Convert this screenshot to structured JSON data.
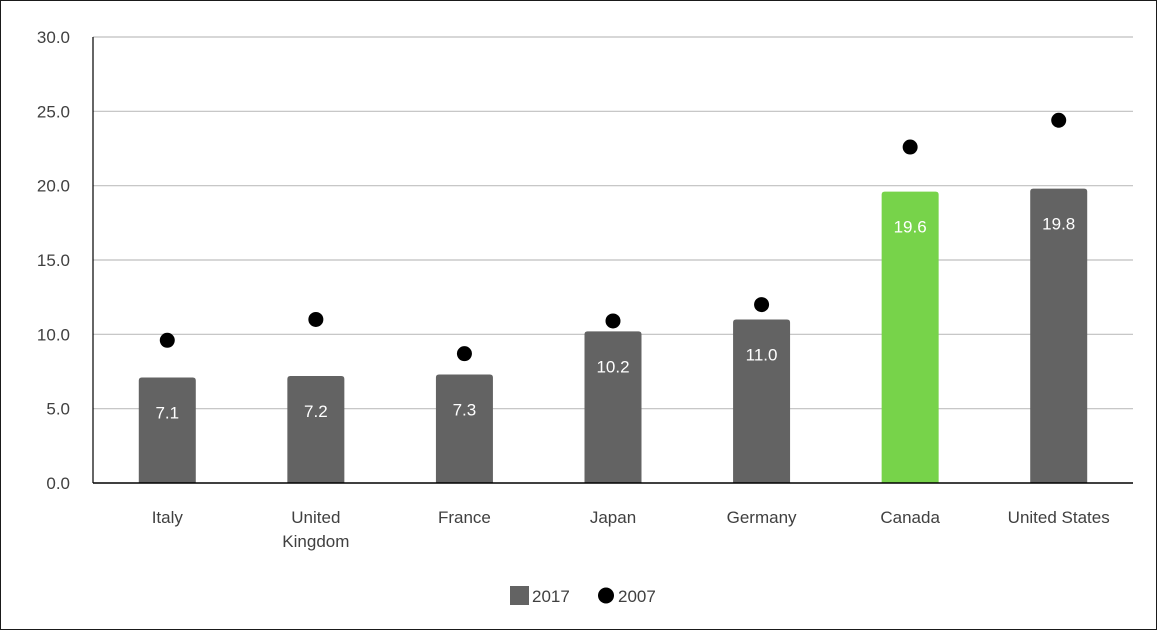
{
  "chart_data": {
    "type": "bar",
    "categories": [
      [
        "Italy"
      ],
      [
        "United",
        "Kingdom"
      ],
      [
        "France"
      ],
      [
        "Japan"
      ],
      [
        "Germany"
      ],
      [
        "Canada"
      ],
      [
        "United States"
      ]
    ],
    "series": [
      {
        "name": "2017",
        "type": "bar",
        "values": [
          7.1,
          7.2,
          7.3,
          10.2,
          11.0,
          19.6,
          19.8
        ],
        "value_labels": [
          "7.1",
          "7.2",
          "7.3",
          "10.2",
          "11.0",
          "19.6",
          "19.8"
        ],
        "color": "#636363",
        "highlight_color": "#77d34a",
        "highlight_index": 5
      },
      {
        "name": "2007",
        "type": "scatter",
        "values": [
          9.6,
          11.0,
          8.7,
          10.9,
          12.0,
          22.6,
          24.4
        ],
        "color": "#000000"
      }
    ],
    "ylim": [
      0,
      30
    ],
    "yticks": [
      "0.0",
      "5.0",
      "10.0",
      "15.0",
      "20.0",
      "25.0",
      "30.0"
    ],
    "grid": true,
    "legend": "bottom-center",
    "gridline_color": "#bfbfbf",
    "axis_color": "#000000"
  }
}
